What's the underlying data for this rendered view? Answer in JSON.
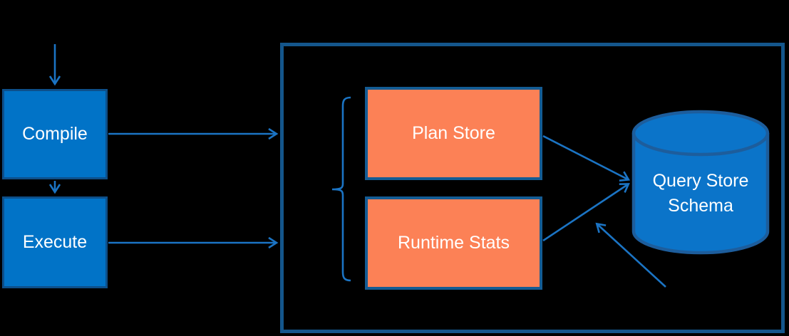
{
  "nodes": {
    "compile": {
      "label": "Compile"
    },
    "execute": {
      "label": "Execute"
    },
    "plan_store": {
      "label": "Plan Store"
    },
    "runtime_stats": {
      "label": "Runtime Stats"
    },
    "query_store_schema": {
      "label": "Query Store Schema"
    }
  },
  "icons": {
    "database_cylinder": "query-store-schema-database",
    "brace": "left-curly-brace-grouping-plan-and-runtime"
  },
  "edges": [
    {
      "from": "external-top",
      "to": "compile",
      "style": "arrow"
    },
    {
      "from": "compile",
      "to": "execute",
      "style": "arrow"
    },
    {
      "from": "compile",
      "to": "query-store-container",
      "style": "arrow"
    },
    {
      "from": "execute",
      "to": "query-store-container",
      "style": "arrow"
    },
    {
      "from": "plan-store",
      "to": "query-store-schema",
      "style": "arrow"
    },
    {
      "from": "runtime-stats",
      "to": "query-store-schema",
      "style": "arrow"
    },
    {
      "from": "external-bottom-right",
      "to": "query-store-schema",
      "style": "arrow"
    }
  ],
  "colors": {
    "background": "#000000",
    "process_box_fill": "#0173c7",
    "process_box_border": "#0d4f8a",
    "store_box_fill": "#fc8156",
    "store_box_border": "#145c94",
    "container_border": "#14568c",
    "arrow": "#1b74c4",
    "cylinder_fill": "#0b74c9",
    "cylinder_border": "#1d5d9c",
    "label_text": "#ffffff"
  }
}
